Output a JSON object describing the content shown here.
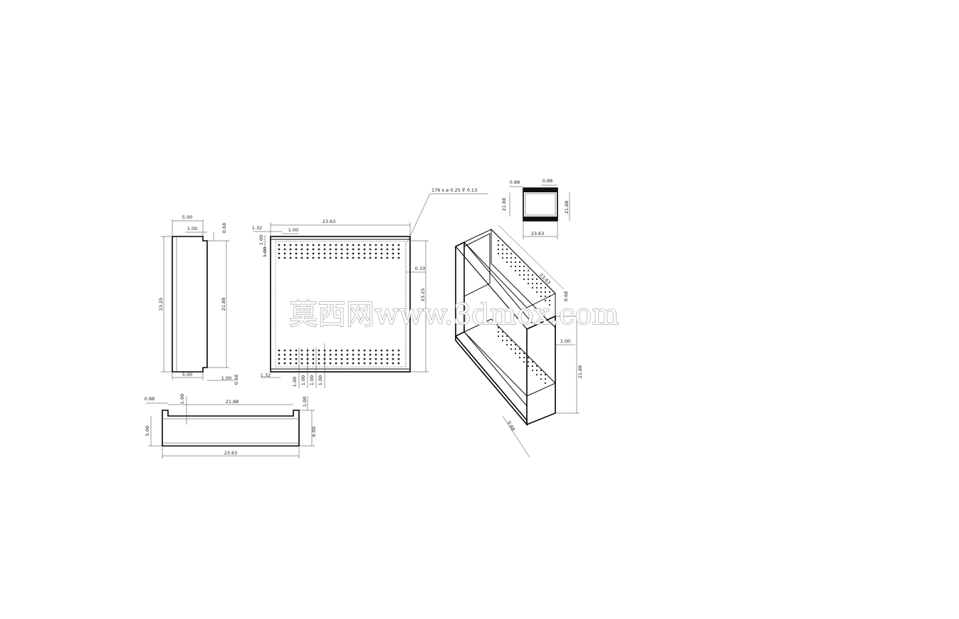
{
  "views": {
    "side": {
      "dims": {
        "top_width": "5.00",
        "step": "1.00",
        "top_right": "0.68",
        "height_overall": "23.25",
        "height_inner": "21.88",
        "bottom_width": "5.00",
        "bottom_step": "1.00",
        "bottom_right": "0.68"
      }
    },
    "front": {
      "dims": {
        "width": "23.63",
        "left_offset": "1.32",
        "step": "1.00",
        "v1": "1.00",
        "v2": "1.00",
        "height": "23.25",
        "right_inset": "0.10",
        "bottom_offset": "1.32",
        "pitch1": "1.00",
        "pitch2": "1.00",
        "pitch3": "1.00",
        "pitch4": "1.00"
      },
      "hole_callout": "176 x ⌀ 0.25 ⊽ 0.13"
    },
    "bottom": {
      "dims": {
        "lip": "0.88",
        "step": "1.00",
        "inner_width": "21.88",
        "right_step": "1.00",
        "left_height": "5.00",
        "right_height": "6.00",
        "width": "23.63"
      }
    },
    "small_top": {
      "dims": {
        "left_top": "0.88",
        "right_top": "0.88",
        "left_height": "21.88",
        "right_height": "21.88",
        "width": "23.63"
      }
    },
    "iso": {
      "dims": {
        "length": "23.63",
        "wall": "0.68",
        "step": "1.00",
        "height": "21.88",
        "base": "0.68"
      }
    }
  },
  "watermark": "莫西网www.3dmox.com",
  "colors": {
    "line": "#111111",
    "watermark_stroke": "#9a9a9a"
  }
}
